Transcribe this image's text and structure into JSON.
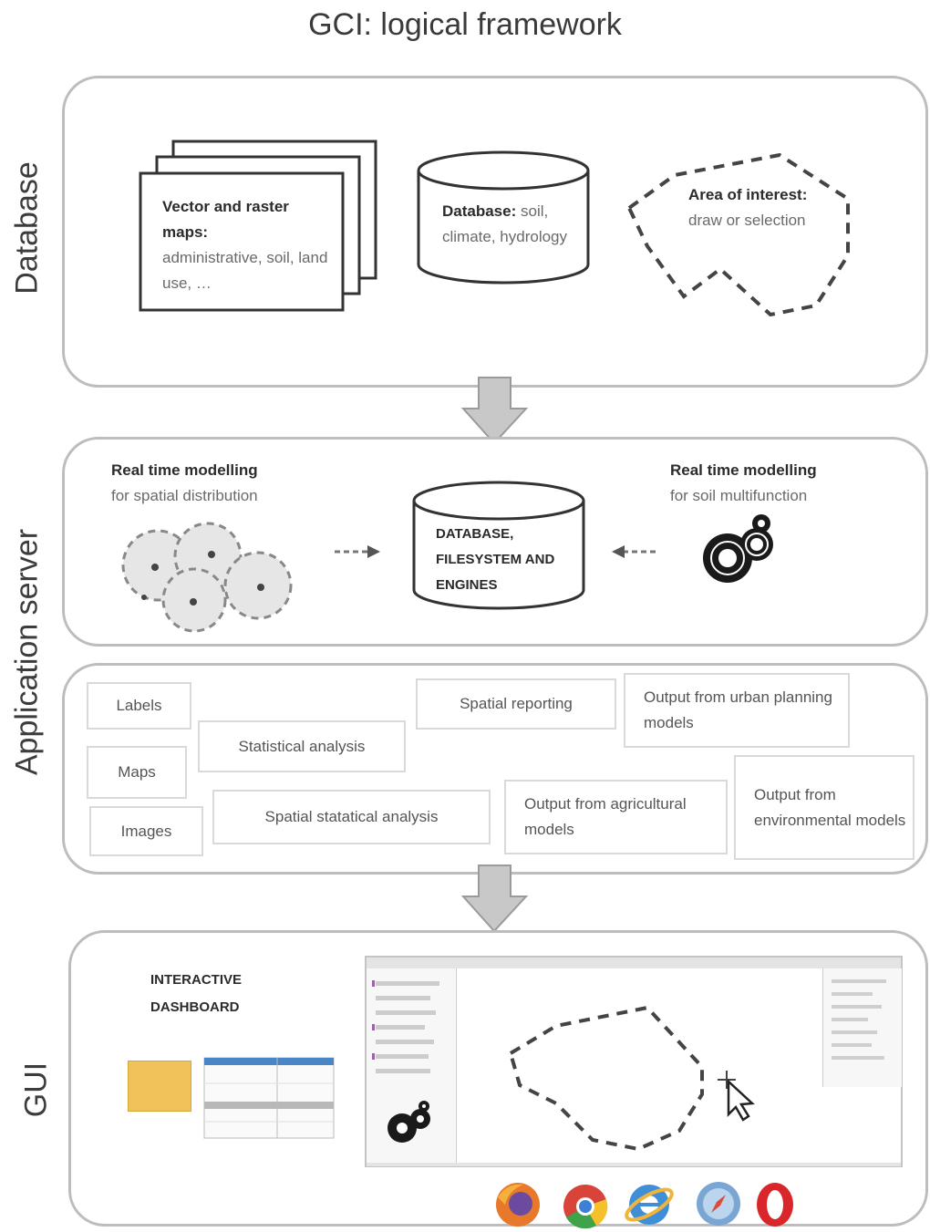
{
  "title": "GCI: logical framework",
  "layers": {
    "database": "Database",
    "application_server": "Application server",
    "gui": "GUI"
  },
  "database_panel": {
    "maps_bold": "Vector and raster maps:",
    "maps_rest": "administrative, soil, land use, …",
    "db_bold": "Database:",
    "db_rest": "soil, climate, hydrology",
    "aoi_bold": "Area of interest:",
    "aoi_rest": "draw or selection"
  },
  "server_panel": {
    "left_bold": "Real time modelling",
    "left_rest": "for spatial distribution",
    "right_bold": "Real time modelling",
    "right_rest": "for soil multifunction",
    "center": "DATABASE, FILESYSTEM AND ENGINES"
  },
  "outputs": {
    "labels": "Labels",
    "maps": "Maps",
    "images": "Images",
    "statistical": "Statistical analysis",
    "spatial_statistical": "Spatial statatical analysis",
    "spatial_reporting": "Spatial reporting",
    "urban": "Output from urban planning models",
    "agricultural": "Output from agricultural models",
    "environmental": "Output from environmental models"
  },
  "gui_panel": {
    "dashboard": "INTERACTIVE DASHBOARD"
  },
  "colors": {
    "panel_border": "#bdbdbd",
    "arrow_fill": "#c8c8c8",
    "dashboard_tile": "#f2c25a",
    "table_header": "#4a86c5"
  },
  "icons": [
    "stacked-maps-icon",
    "database-cylinder-icon",
    "area-of-interest-icon",
    "spatial-cluster-icon",
    "gears-icon",
    "cursor-icon",
    "firefox-icon",
    "chrome-icon",
    "ie-icon",
    "safari-icon",
    "opera-icon"
  ]
}
